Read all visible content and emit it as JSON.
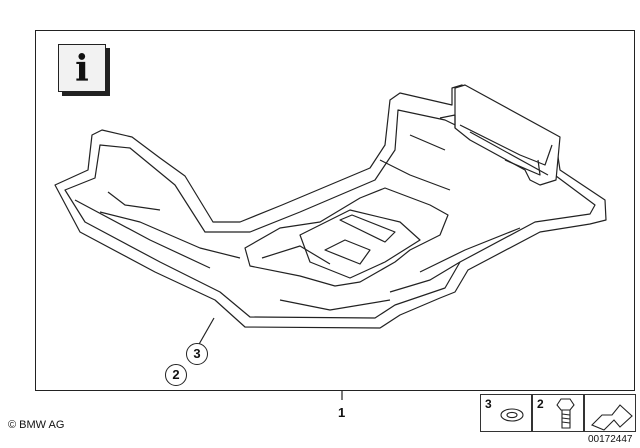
{
  "info_icon": {
    "letter": "i",
    "icon": "info-icon"
  },
  "callouts": [
    "3",
    "2"
  ],
  "main_part_number": "1",
  "copyright": "© BMW AG",
  "legend": {
    "washer_number": "3",
    "bolt_number": "2"
  },
  "image_id": "00172447",
  "colors": {
    "line": "#222222",
    "fill": "#ffffff",
    "shadow": "#f2f2f2"
  }
}
